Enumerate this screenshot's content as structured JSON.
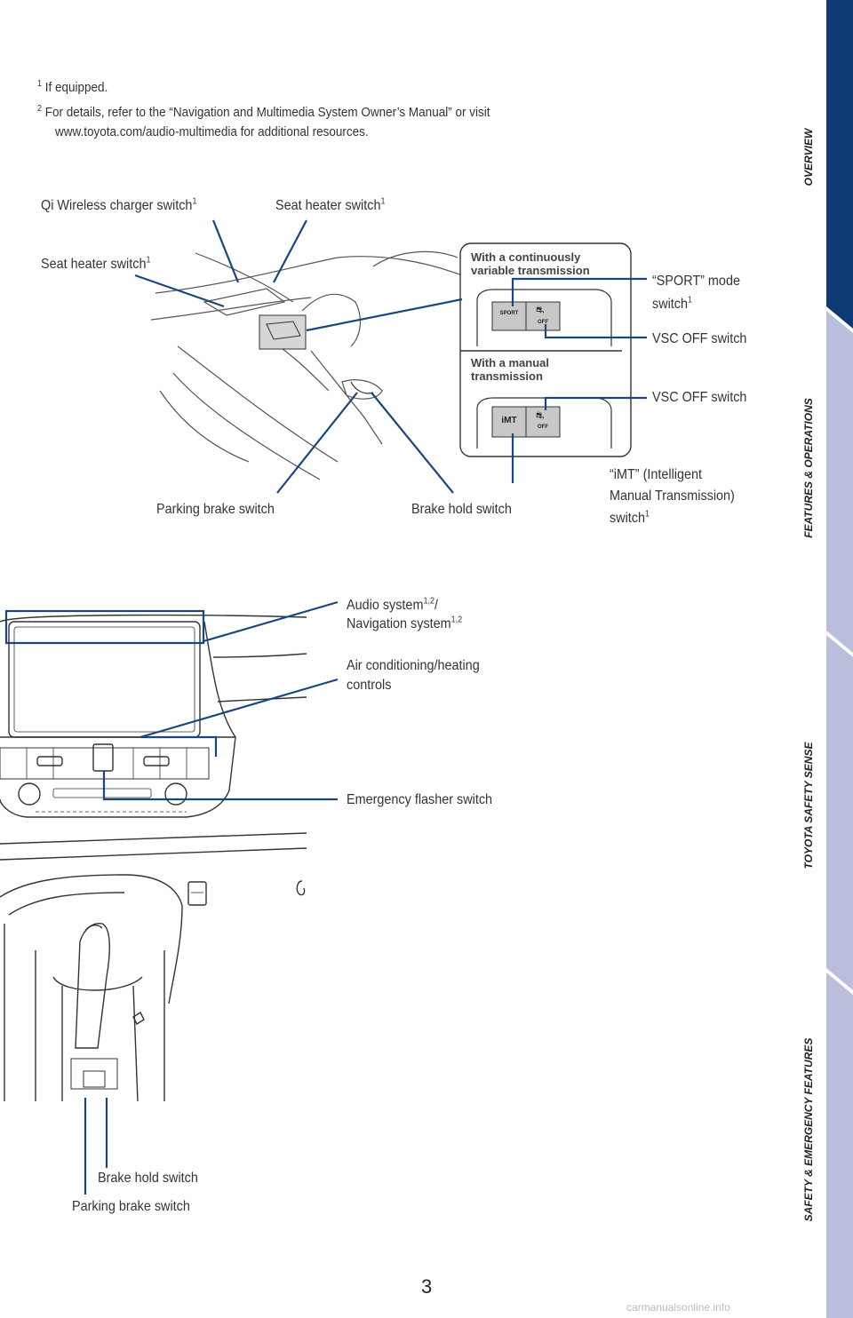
{
  "footnotes": {
    "f1_mark": "1",
    "f1_text": "If equipped.",
    "f2_mark": "2",
    "f2_line1": "For details, refer to the “Navigation and Multimedia System Owner’s Manual” or visit",
    "f2_line2": "www.toyota.com/audio-multimedia for additional resources."
  },
  "top_diagram": {
    "qi_charger": "Qi Wireless charger switch",
    "seat_heater_right": "Seat heater switch",
    "seat_heater_left": "Seat heater switch",
    "parking_brake": "Parking brake switch",
    "brake_hold": "Brake hold switch",
    "inset_cvt_title": "With a continuously variable transmission",
    "inset_manual_title": "With a manual transmission",
    "sport_mode_line1": "“SPORT” mode",
    "sport_mode_line2": "switch",
    "vsc_off_1": "VSC OFF switch",
    "vsc_off_2": "VSC OFF switch",
    "imt_line1": "“iMT” (Intelligent",
    "imt_line2": "Manual Transmission)",
    "imt_line3": "switch",
    "btn_sport": "SPORT",
    "btn_imt": "iMT",
    "btn_off": "OFF",
    "sup1": "1"
  },
  "bottom_diagram": {
    "audio_line1": "Audio system",
    "audio_sup": "1,2",
    "audio_slash": "/",
    "nav_line2": "Navigation system",
    "nav_sup": "1,2",
    "ac_line1": "Air conditioning/heating",
    "ac_line2": "controls",
    "emergency": "Emergency flasher switch",
    "brake_hold": "Brake hold switch",
    "parking_brake": "Parking brake switch"
  },
  "side_tabs": [
    {
      "label": "OVERVIEW",
      "color": "#0e3a73"
    },
    {
      "label": "FEATURES & OPERATIONS",
      "color": "#b9bedb"
    },
    {
      "label": "TOYOTA SAFETY SENSE",
      "color": "#b9bedb"
    },
    {
      "label": "SAFETY & EMERGENCY FEATURES",
      "color": "#b9bedb"
    }
  ],
  "page_number": "3",
  "watermark": "carmanualsonline.info"
}
